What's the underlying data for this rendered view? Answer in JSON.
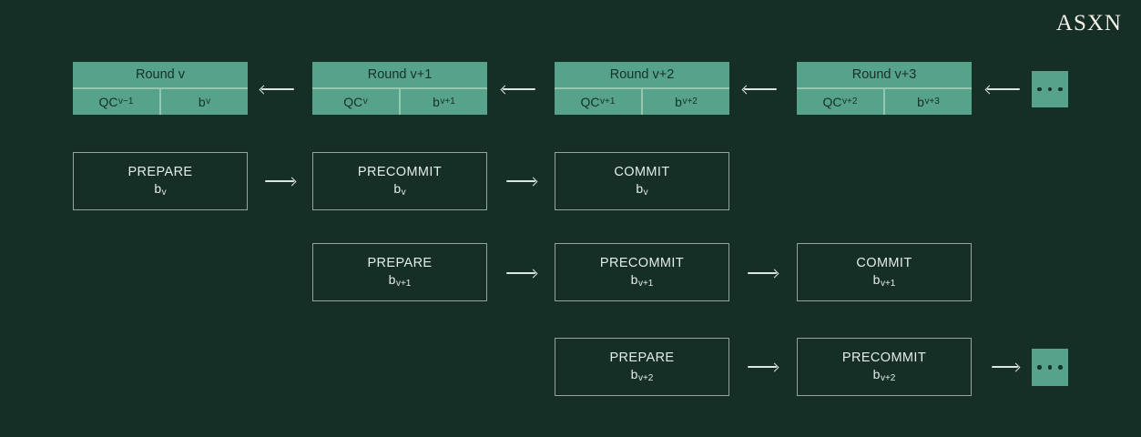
{
  "logo": {
    "text": "ASXN"
  },
  "colors": {
    "background": "#152e26",
    "round_box_fill": "#57a28b",
    "round_box_text": "#14312a",
    "round_box_divider": "#93c7b1",
    "phase_box_border": "#91a69d",
    "phase_box_text": "#e3ece6",
    "arrow": "#dde6e1",
    "logo_text": "#f4f1e8"
  },
  "rounds": [
    {
      "title": "Round v",
      "qc_base": "QC",
      "qc_sub": "v−1",
      "block_base": "b",
      "block_sub": "v"
    },
    {
      "title": "Round v+1",
      "qc_base": "QC",
      "qc_sub": "v",
      "block_base": "b",
      "block_sub": "v+1"
    },
    {
      "title": "Round v+2",
      "qc_base": "QC",
      "qc_sub": "v+1",
      "block_base": "b",
      "block_sub": "v+2"
    },
    {
      "title": "Round v+3",
      "qc_base": "QC",
      "qc_sub": "v+2",
      "block_base": "b",
      "block_sub": "v+3"
    }
  ],
  "phase_rows": [
    {
      "boxes": [
        {
          "label": "PREPARE",
          "block_base": "b",
          "block_sub": "v"
        },
        {
          "label": "PRECOMMIT",
          "block_base": "b",
          "block_sub": "v"
        },
        {
          "label": "COMMIT",
          "block_base": "b",
          "block_sub": "v"
        }
      ]
    },
    {
      "boxes": [
        {
          "label": "PREPARE",
          "block_base": "b",
          "block_sub": "v+1"
        },
        {
          "label": "PRECOMMIT",
          "block_base": "b",
          "block_sub": "v+1"
        },
        {
          "label": "COMMIT",
          "block_base": "b",
          "block_sub": "v+1"
        }
      ]
    },
    {
      "boxes": [
        {
          "label": "PREPARE",
          "block_base": "b",
          "block_sub": "v+2"
        },
        {
          "label": "PRECOMMIT",
          "block_base": "b",
          "block_sub": "v+2"
        }
      ]
    }
  ]
}
